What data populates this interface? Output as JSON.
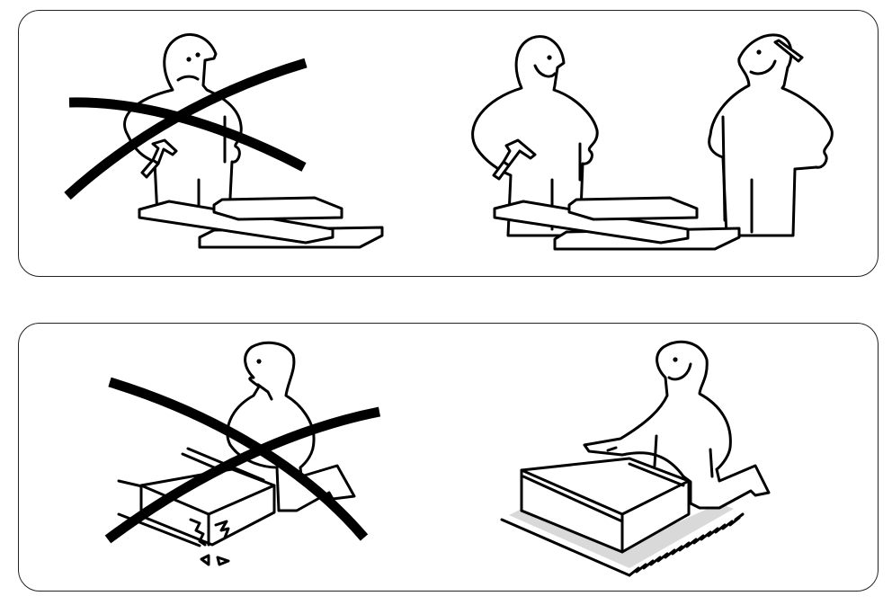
{
  "figure": {
    "type": "assembly-instruction-pictogram",
    "colors": {
      "line": "#000000",
      "background": "#ffffff",
      "rug_shade": "#d9d9d9",
      "panel_border": "#222222"
    },
    "panels": [
      {
        "id": "top",
        "scenes": [
          {
            "position": "left",
            "verdict": "incorrect",
            "marker": "x-cross-icon",
            "description": "One sad person holding a hammer alone beside a pile of boards"
          },
          {
            "position": "right",
            "verdict": "correct",
            "marker": "none",
            "description": "Two smiling people (one with hammer, one with pencil behind ear) assembling boards together"
          }
        ]
      },
      {
        "id": "bottom",
        "scenes": [
          {
            "position": "left",
            "verdict": "incorrect",
            "marker": "x-cross-icon",
            "description": "Person kneeling on hard floor; panel corner cracks and chips"
          },
          {
            "position": "right",
            "verdict": "correct",
            "marker": "none",
            "description": "Smiling person kneeling and assembling panel on a soft rug"
          }
        ]
      }
    ]
  }
}
